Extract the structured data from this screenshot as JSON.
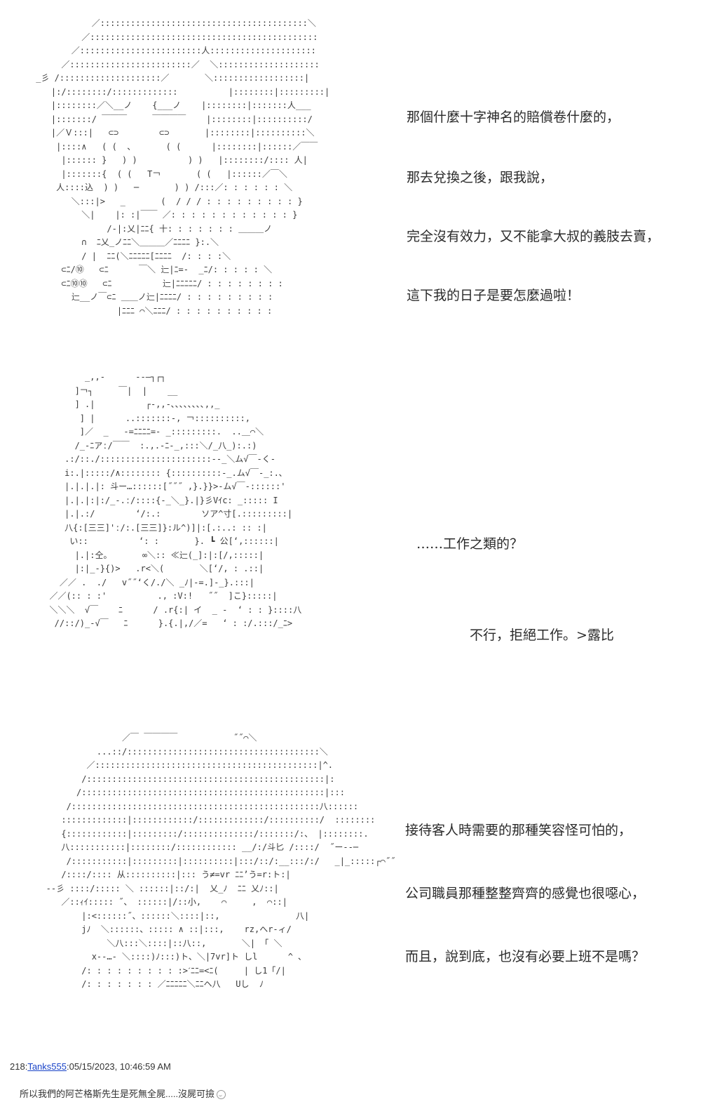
{
  "panel1": {
    "lines": [
      "那個什麼十字神名的賠償卷什麼的，",
      "那去兌換之後，跟我說，",
      "完全沒有效力，又不能拿大叔的義肢去賣，",
      "這下我的日子是要怎麼過啦！"
    ]
  },
  "panel2": {
    "lines": [
      "……工作之類的？",
      "不行，拒絕工作。>露比"
    ]
  },
  "panel3": {
    "lines": [
      "接待客人時需要的那種笑容怪可怕的，",
      "公司職員那種整整齊齊的感覺也很噁心，",
      "而且，說到底，也沒有必要上班不是嗎？"
    ]
  },
  "footer": {
    "post_number": "218",
    "username": "Tanks555",
    "timestamp": ":05/15/2023, 10:46:59 AM",
    "comment": "所以我們的阿芒格斯先生是死無全屍.....沒屍可撿"
  },
  "icons": {
    "emoji": "smile-emoji-icon"
  }
}
